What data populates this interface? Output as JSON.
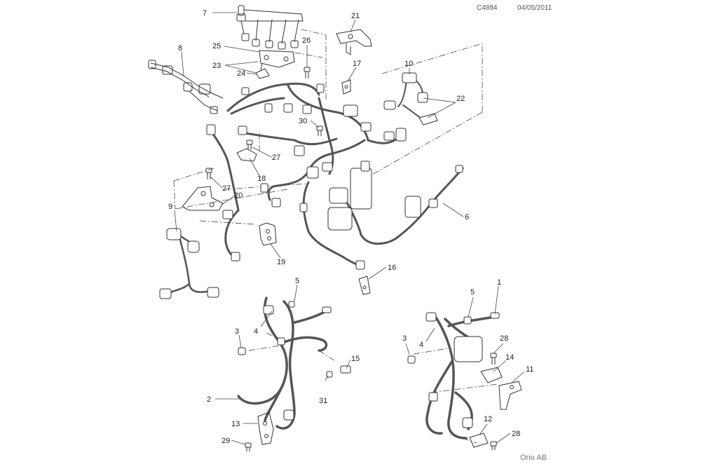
{
  "header": {
    "diagram_code": "C4894",
    "date": "04/05/2011"
  },
  "footer": {
    "brand": "Orio AB"
  },
  "callouts": {
    "n1": "1",
    "n2": "2",
    "n3a": "3",
    "n3b": "3",
    "n4a": "4",
    "n4b": "4",
    "n5a": "5",
    "n5b": "5",
    "n6": "6",
    "n7": "7",
    "n8": "8",
    "n9": "9",
    "n10": "10",
    "n11": "11",
    "n12": "12",
    "n13": "13",
    "n14": "14",
    "n15": "15",
    "n16": "16",
    "n17": "17",
    "n18": "18",
    "n19": "19",
    "n20": "20",
    "n21": "21",
    "n22": "22",
    "n23": "23",
    "n24": "24",
    "n25": "25",
    "n26": "26",
    "n27a": "27",
    "n27b": "27",
    "n28a": "28",
    "n28b": "28",
    "n29": "29",
    "n30": "30",
    "n31": "31"
  },
  "colors": {
    "line": "#333333",
    "harness": "#555555",
    "leader": "#444444"
  }
}
